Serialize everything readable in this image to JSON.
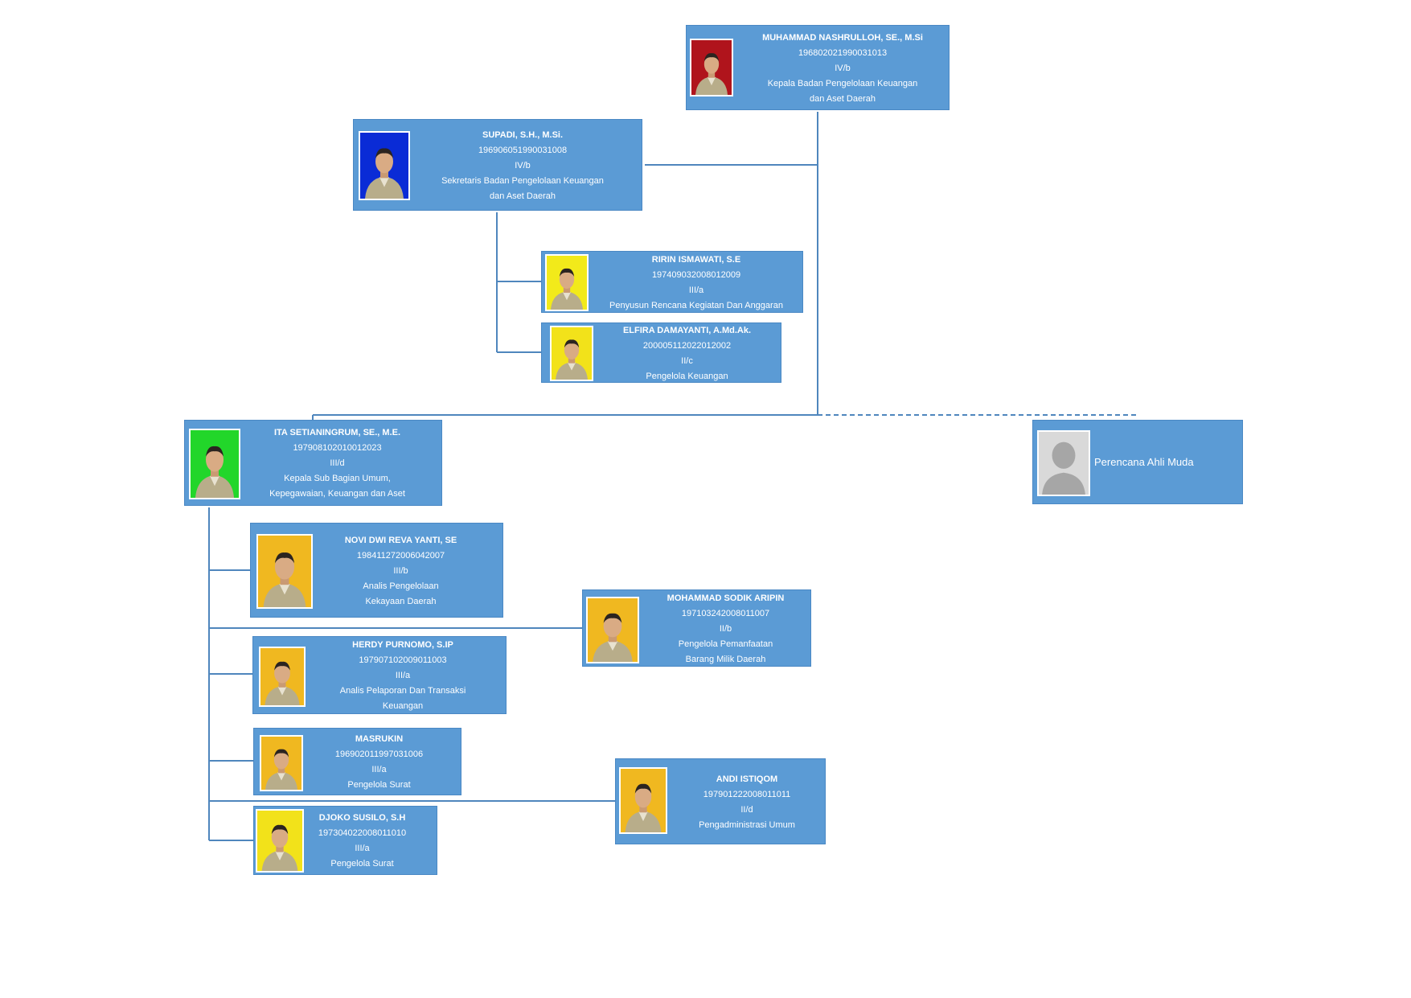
{
  "colors": {
    "card_fill": "#5b9bd5",
    "connector": "#4f86bd",
    "text": "#ffffff"
  },
  "people": {
    "head": {
      "name": "MUHAMMAD NASHRULLOH, SE., M.Si",
      "nip": "196802021990031013",
      "grade": "IV/b",
      "title_line1": "Kepala Badan Pengelolaan Keuangan",
      "title_line2": "dan Aset Daerah",
      "photo_bg": "#b0141c"
    },
    "secretary": {
      "name": "SUPADI, S.H., M.Si.",
      "nip": "196906051990031008",
      "grade": "IV/b",
      "title_line1": "Sekretaris Badan Pengelolaan Keuangan",
      "title_line2": "dan Aset Daerah",
      "photo_bg": "#0a2bd6"
    },
    "ririn": {
      "name": "RIRIN ISMAWATI, S.E",
      "nip": "197409032008012009",
      "grade": "III/a",
      "title_line1": "Penyusun Rencana Kegiatan Dan Anggaran",
      "photo_bg": "#f2ea1a"
    },
    "elfira": {
      "name": "ELFIRA DAMAYANTI, A.Md.Ak.",
      "nip": "200005112022012002",
      "grade": "II/c",
      "title_line1": "Pengelola Keuangan",
      "photo_bg": "#f2e21a"
    },
    "ita": {
      "name": "ITA SETIANINGRUM, SE., M.E.",
      "nip": "197908102010012023",
      "grade": "III/d",
      "title_line1": "Kepala Sub Bagian Umum,",
      "title_line2": "Kepegawaian, Keuangan dan Aset",
      "photo_bg": "#22d62a"
    },
    "vacant": {
      "label": "Perencana Ahli Muda",
      "photo_bg": "#d9d9d9"
    },
    "novi": {
      "name": "NOVI DWI REVA YANTI, SE",
      "nip": "198411272006042007",
      "grade": "III/b",
      "title_line1": "Analis Pengelolaan",
      "title_line2": "Kekayaan Daerah",
      "photo_bg": "#f0b820"
    },
    "sodik": {
      "name": "MOHAMMAD SODIK ARIPIN",
      "nip": "197103242008011007",
      "grade": "II/b",
      "title_line1": "Pengelola Pemanfaatan",
      "title_line2": "Barang Milik Daerah",
      "photo_bg": "#f0b820"
    },
    "herdy": {
      "name": "HERDY PURNOMO, S.IP",
      "nip": "197907102009011003",
      "grade": "III/a",
      "title_line1": "Analis Pelaporan Dan Transaksi",
      "title_line2": "Keuangan",
      "photo_bg": "#f0b820"
    },
    "masrukin": {
      "name": "MASRUKIN",
      "nip": "196902011997031006",
      "grade": "III/a",
      "title_line1": "Pengelola Surat",
      "photo_bg": "#f0b820"
    },
    "djoko": {
      "name": "DJOKO SUSILO, S.H",
      "nip": "197304022008011010",
      "grade": "III/a",
      "title_line1": "Pengelola Surat",
      "photo_bg": "#f2e21a"
    },
    "andi": {
      "name": "ANDI ISTIQOM",
      "nip": "197901222008011011",
      "grade": "II/d",
      "title_line1": "Pengadministrasi Umum",
      "photo_bg": "#f0b820"
    }
  }
}
